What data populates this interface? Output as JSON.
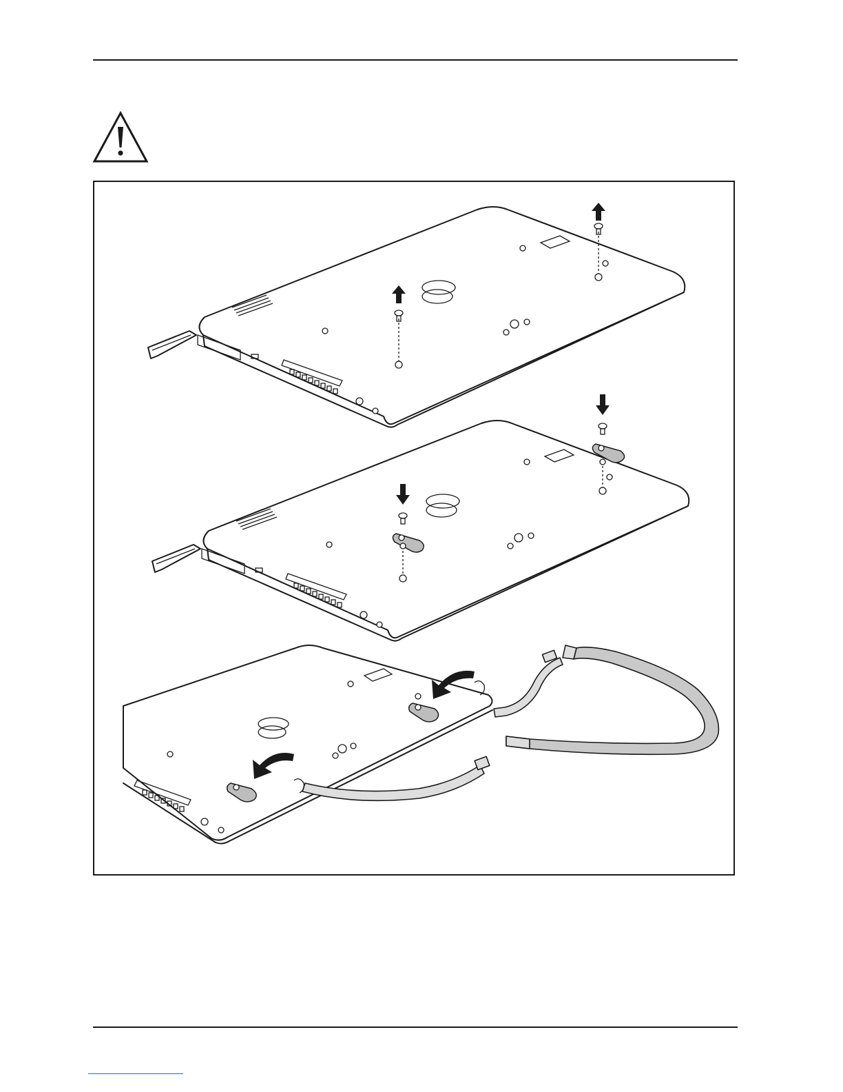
{
  "page": {
    "icons": {
      "warning": "warning-triangle-icon"
    },
    "figure": {
      "steps": [
        "remove-screws",
        "attach-strap-lugs",
        "clip-strap"
      ],
      "colors": {
        "line": "#1a1a1a",
        "strap": "#c9c9c9",
        "background": "#ffffff"
      }
    }
  }
}
